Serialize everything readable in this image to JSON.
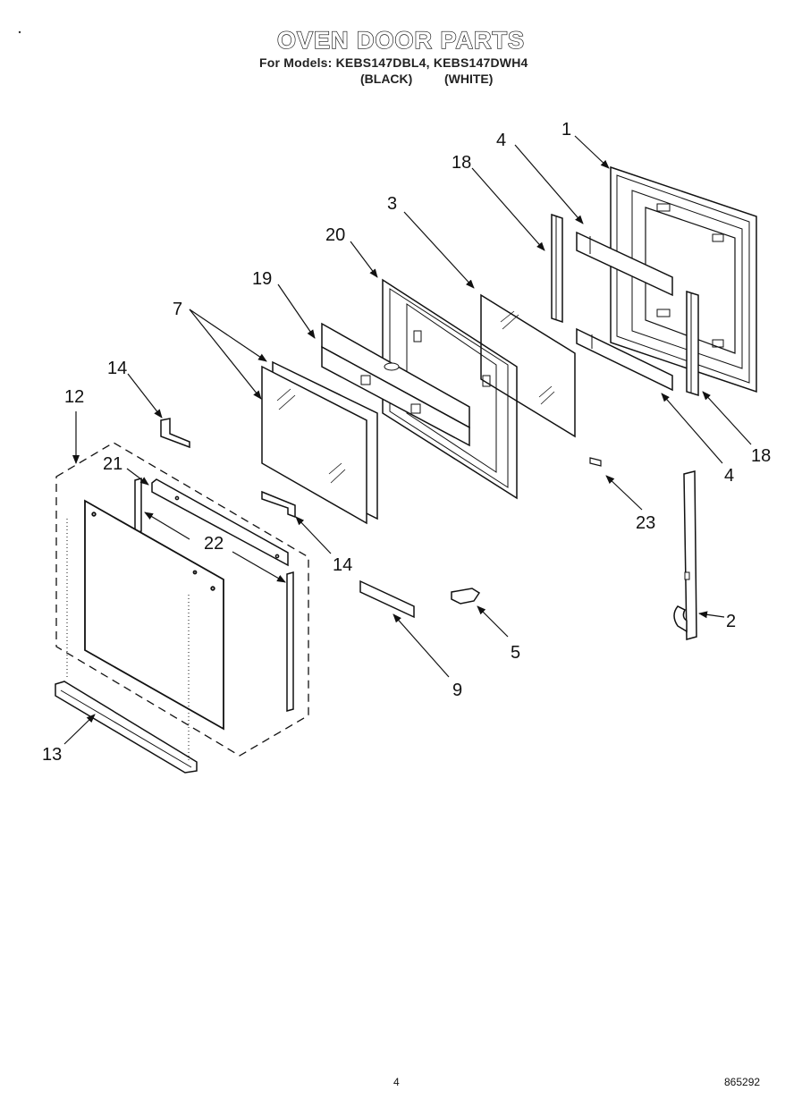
{
  "header": {
    "title": "OVEN DOOR PARTS",
    "models_line": "For Models: KEBS147DBL4, KEBS147DWH4",
    "variant_black": "(BLACK)",
    "variant_white": "(WHITE)"
  },
  "callouts": {
    "p1": "1",
    "p2": "2",
    "p3": "3",
    "p4a": "4",
    "p4b": "4",
    "p5": "5",
    "p7": "7",
    "p9": "9",
    "p12": "12",
    "p13": "13",
    "p14a": "14",
    "p14b": "14",
    "p18a": "18",
    "p18b": "18",
    "p19": "19",
    "p20": "20",
    "p21": "21",
    "p22": "22",
    "p23": "23"
  },
  "footer": {
    "page_number": "4",
    "document_number": "865292"
  }
}
